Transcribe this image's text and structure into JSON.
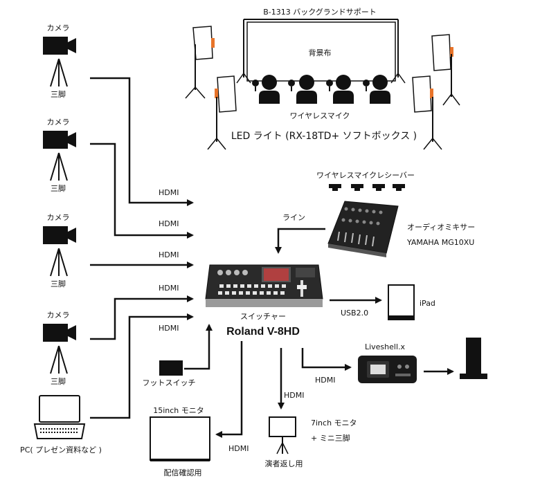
{
  "backdrop": {
    "support": "B-1313 バックグランドサポート",
    "cloth": "背景布"
  },
  "wireless_mic": "ワイヤレスマイク",
  "led_light": "LED ライト (RX-18TD+ ソフトボックス )",
  "receiver": "ワイヤレスマイクレシーバー",
  "mixer": {
    "name": "オーディオミキサー",
    "model": "YAMAHA MG10XU"
  },
  "line_label": "ライン",
  "cameras": [
    {
      "camera": "カメラ",
      "tripod": "三脚"
    },
    {
      "camera": "カメラ",
      "tripod": "三脚"
    },
    {
      "camera": "カメラ",
      "tripod": "三脚"
    },
    {
      "camera": "カメラ",
      "tripod": "三脚"
    }
  ],
  "pc": "PC( プレゼン資料など )",
  "hdmi_inputs": [
    "HDMI",
    "HDMI",
    "HDMI",
    "HDMI",
    "HDMI"
  ],
  "switcher": {
    "label": "スイッチャー",
    "model": "Roland V-8HD"
  },
  "usb_label": "USB2.0",
  "ipad": "iPad",
  "foot_switch": "フットスイッチ",
  "liveshell": "Liveshell.x",
  "hdmi_liveshell": "HDMI",
  "hdmi_7inch": "HDMI",
  "hdmi_15inch": "HDMI",
  "monitor_7": {
    "name": "7inch モニタ",
    "tripod": "+ ミニ三脚",
    "purpose": "演者返し用"
  },
  "monitor_15": {
    "name": "15inch モニタ",
    "purpose": "配信確認用"
  },
  "colors": {
    "ink": "#111111",
    "screen_dark": "#1a1a1a",
    "softbox_accent": "#e8742a"
  },
  "icons": [
    "camera-icon",
    "tripod-icon",
    "laptop-icon",
    "speaker-icon",
    "mixer-icon",
    "switcher-icon",
    "ipad-icon",
    "monitor-icon",
    "softbox-light-icon",
    "person-icon",
    "microphone-icon",
    "receiver-icon",
    "foot-switch-icon",
    "liveshell-icon"
  ]
}
